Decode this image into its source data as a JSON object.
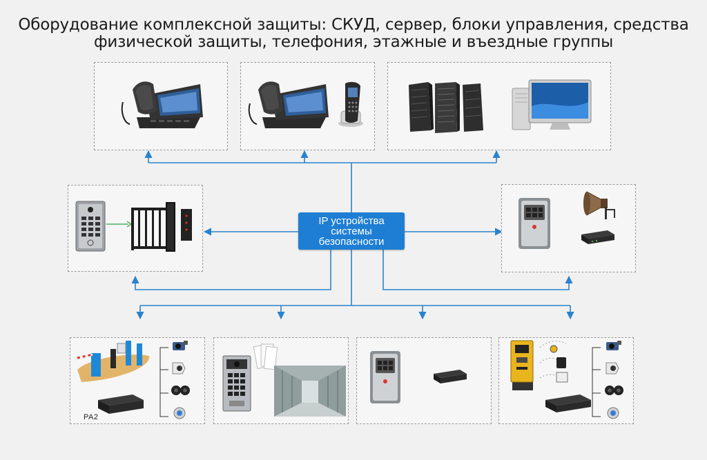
{
  "title": {
    "line1": "Оборудование комплексной защиты: СКУД, сервер, блоки управления, средства",
    "line2": "физической защиты, телефония, этажные и въездные группы"
  },
  "hub": {
    "line1": "IP устройства",
    "line2": "системы",
    "line3": "безопасности"
  },
  "labels": {
    "pa2": "PA2"
  },
  "colors": {
    "hub": "#1e7ed3",
    "wire": "#2a82cc",
    "frame": "#9a9a9a",
    "background": "#f1f1f1"
  }
}
